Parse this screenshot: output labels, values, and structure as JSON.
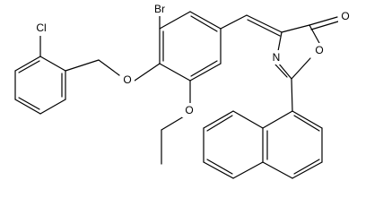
{
  "figure": {
    "description_visible": "",
    "atom_labels": {
      "cl": "Cl",
      "br": "Br",
      "o_ether": "O",
      "o_ethoxy": "O",
      "o_carbonyl": "O",
      "n_ring": "N",
      "o_ring": "O"
    },
    "colors": {
      "bond": "#000000",
      "label": "#000000",
      "background": "#ffffff"
    }
  }
}
